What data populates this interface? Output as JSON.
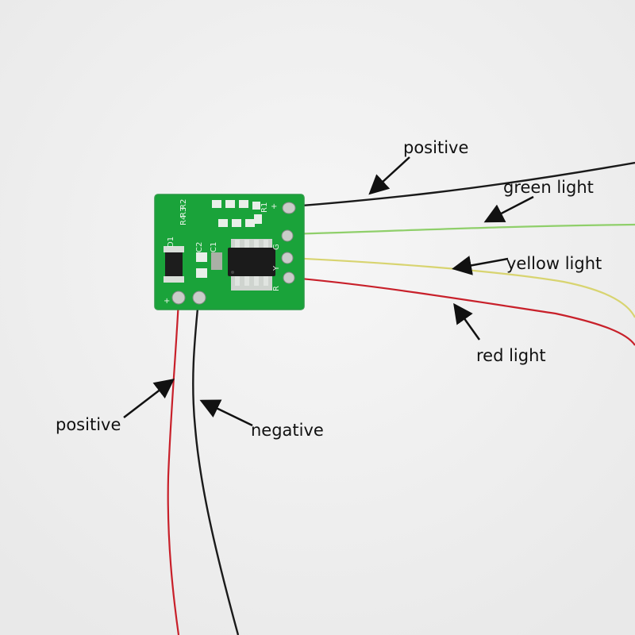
{
  "labels": {
    "positive_top": "positive",
    "green_light": "green light",
    "yellow_light": "yellow light",
    "red_light": "red light",
    "positive_bottom": "positive",
    "negative": "negative"
  },
  "silkscreen": {
    "r2": "R2",
    "r3": "R3",
    "r4": "R4",
    "r1": "R1",
    "d1": "D1",
    "c2": "C2",
    "c1": "C1",
    "plus_right": "+",
    "plus_left": "+",
    "g": "G",
    "y": "Y",
    "r": "R"
  },
  "colors": {
    "background": "#f1f1f1",
    "pcb": "#1aa33a",
    "wire_black": "#1a1a1a",
    "wire_green": "#8fcf6a",
    "wire_yellow": "#d8d470",
    "wire_red": "#c8202a"
  }
}
